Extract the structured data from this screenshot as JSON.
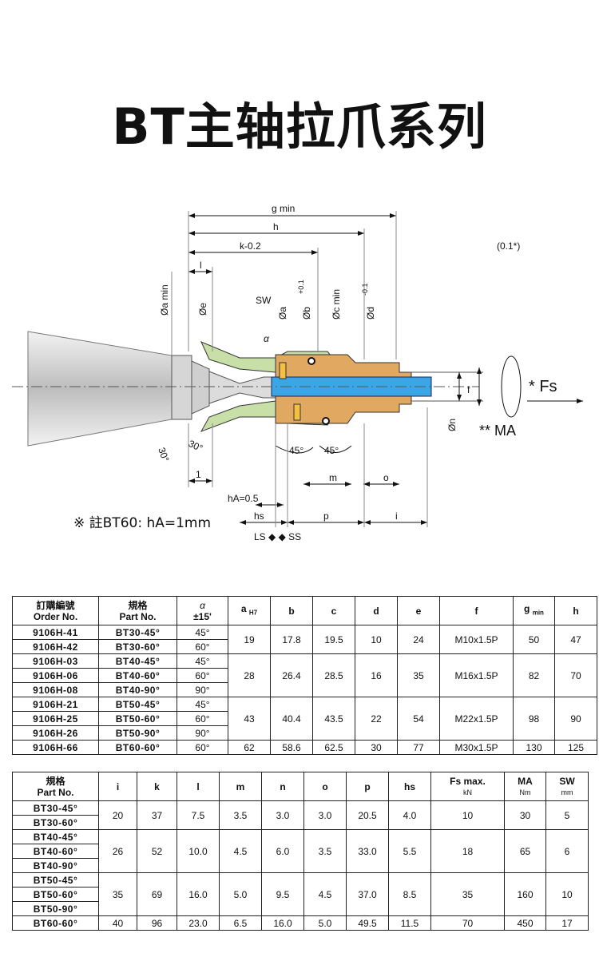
{
  "title": "BT主轴拉爪系列",
  "drawing": {
    "dims": {
      "g_min": "g min",
      "h": "h",
      "k": "k-0.2",
      "l": "l",
      "a_min": "Øa min",
      "e": "Øe",
      "sw": "SW",
      "a": "Øa",
      "b": "Øb",
      "b_tol": "+0.1",
      "c_min": "Øc min",
      "d": "Ød",
      "d_tol": "-0.1",
      "ref": "(0.1*)",
      "f": "f",
      "n": "Øn",
      "fs": "* Fs",
      "ma": "** MA",
      "alpha": "α",
      "ang30a": "30°",
      "ang30b": "30°",
      "ang45a": "45°",
      "ang45b": "45°",
      "one": "1",
      "m": "m",
      "o": "o",
      "ha": "hA=0.5",
      "hs": "hs",
      "p": "p",
      "i": "i",
      "ls_ss": "LS ◆ ◆ SS"
    },
    "note": "※ 註BT60: hA=1mm"
  },
  "table1": {
    "headers": {
      "order_cn": "訂購編號",
      "order_en": "Order No.",
      "part_cn": "規格",
      "part_en": "Part No.",
      "alpha": "α",
      "alpha_tol": "±15'",
      "a": "a",
      "a_sub": "H7",
      "b": "b",
      "c": "c",
      "d": "d",
      "e": "e",
      "f": "f",
      "g": "g",
      "g_sub": "min",
      "h": "h"
    },
    "groups": [
      {
        "rows": [
          [
            "9106H-41",
            "BT30-45°",
            "45°"
          ],
          [
            "9106H-42",
            "BT30-60°",
            "60°"
          ]
        ],
        "vals": [
          "19",
          "17.8",
          "19.5",
          "10",
          "24",
          "M10x1.5P",
          "50",
          "47"
        ]
      },
      {
        "rows": [
          [
            "9106H-03",
            "BT40-45°",
            "45°"
          ],
          [
            "9106H-06",
            "BT40-60°",
            "60°"
          ],
          [
            "9106H-08",
            "BT40-90°",
            "90°"
          ]
        ],
        "vals": [
          "28",
          "26.4",
          "28.5",
          "16",
          "35",
          "M16x1.5P",
          "82",
          "70"
        ]
      },
      {
        "rows": [
          [
            "9106H-21",
            "BT50-45°",
            "45°"
          ],
          [
            "9106H-25",
            "BT50-60°",
            "60°"
          ],
          [
            "9106H-26",
            "BT50-90°",
            "90°"
          ]
        ],
        "vals": [
          "43",
          "40.4",
          "43.5",
          "22",
          "54",
          "M22x1.5P",
          "98",
          "90"
        ]
      },
      {
        "rows": [
          [
            "9106H-66",
            "BT60-60°",
            "60°"
          ]
        ],
        "vals": [
          "62",
          "58.6",
          "62.5",
          "30",
          "77",
          "M30x1.5P",
          "130",
          "125"
        ]
      }
    ]
  },
  "table2": {
    "headers": {
      "part_cn": "規格",
      "part_en": "Part No.",
      "i": "i",
      "k": "k",
      "l": "l",
      "m": "m",
      "n": "n",
      "o": "o",
      "p": "p",
      "hs": "hs",
      "fs": "Fs max.",
      "fs_unit": "kN",
      "ma": "MA",
      "ma_unit": "Nm",
      "sw": "SW",
      "sw_unit": "mm"
    },
    "groups": [
      {
        "rows": [
          "BT30-45°",
          "BT30-60°"
        ],
        "vals": [
          "20",
          "37",
          "7.5",
          "3.5",
          "3.0",
          "3.0",
          "20.5",
          "4.0",
          "10",
          "30",
          "5"
        ]
      },
      {
        "rows": [
          "BT40-45°",
          "BT40-60°",
          "BT40-90°"
        ],
        "vals": [
          "26",
          "52",
          "10.0",
          "4.5",
          "6.0",
          "3.5",
          "33.0",
          "5.5",
          "18",
          "65",
          "6"
        ]
      },
      {
        "rows": [
          "BT50-45°",
          "BT50-60°",
          "BT50-90°"
        ],
        "vals": [
          "35",
          "69",
          "16.0",
          "5.0",
          "9.5",
          "4.5",
          "37.0",
          "8.5",
          "35",
          "160",
          "10"
        ]
      },
      {
        "rows": [
          "BT60-60°"
        ],
        "vals": [
          "40",
          "96",
          "23.0",
          "6.5",
          "16.0",
          "5.0",
          "49.5",
          "11.5",
          "70",
          "450",
          "17"
        ]
      }
    ]
  }
}
